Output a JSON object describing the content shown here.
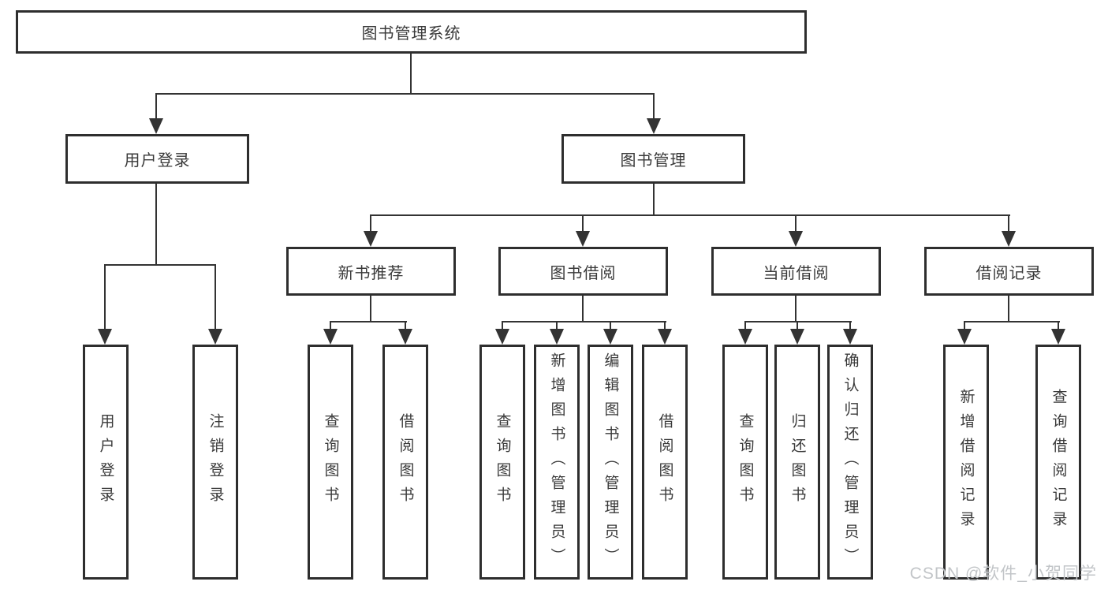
{
  "tree": {
    "label": "图书管理系统",
    "children": [
      {
        "label": "用户登录",
        "children": [
          {
            "label": "用户登录"
          },
          {
            "label": "注销登录"
          }
        ]
      },
      {
        "label": "图书管理",
        "children": [
          {
            "label": "新书推荐",
            "children": [
              {
                "label": "查询图书"
              },
              {
                "label": "借阅图书"
              }
            ]
          },
          {
            "label": "图书借阅",
            "children": [
              {
                "label": "查询图书"
              },
              {
                "label": "新增图书（管理员）"
              },
              {
                "label": "编辑图书（管理员）"
              },
              {
                "label": "借阅图书"
              }
            ]
          },
          {
            "label": "当前借阅",
            "children": [
              {
                "label": "查询图书"
              },
              {
                "label": "归还图书"
              },
              {
                "label": "确认归还（管理员）"
              }
            ]
          },
          {
            "label": "借阅记录",
            "children": [
              {
                "label": "新增借阅记录"
              },
              {
                "label": "查询借阅记录"
              }
            ]
          }
        ]
      }
    ]
  },
  "watermark": "CSDN @软件_小贺同学",
  "colors": {
    "line": "#333333",
    "box_border": "#2e2e2e",
    "text": "#3a3a3a",
    "watermark_text": "#c2c5c8",
    "background": "#ffffff"
  }
}
